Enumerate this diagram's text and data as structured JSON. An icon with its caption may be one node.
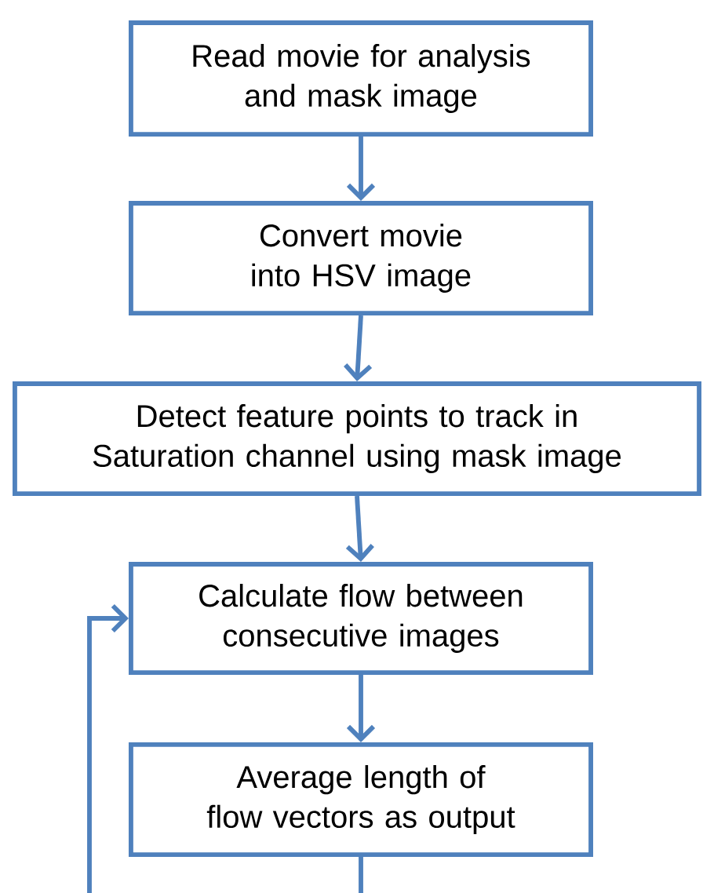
{
  "diagram": {
    "nodes": [
      {
        "text": [
          "Read movie for analysis and mask image"
        ]
      },
      {
        "text": [
          "Convert movie into HSV image"
        ]
      },
      {
        "text": [
          "Detect feature points to track in Saturation channel using mask image"
        ]
      },
      {
        "text": [
          "Calculate flow between consecutive images"
        ]
      },
      {
        "text": [
          "Average length of flow vectors as output"
        ]
      }
    ],
    "edges": [
      {
        "from": 0,
        "to": 1,
        "arrow": "to"
      },
      {
        "from": 1,
        "to": 2,
        "arrow": "to"
      },
      {
        "from": 2,
        "to": 3,
        "arrow": "to"
      },
      {
        "from": 3,
        "to": 4,
        "arrow": "to"
      },
      {
        "from": 4,
        "to": 3,
        "arrow": "to"
      }
    ]
  }
}
